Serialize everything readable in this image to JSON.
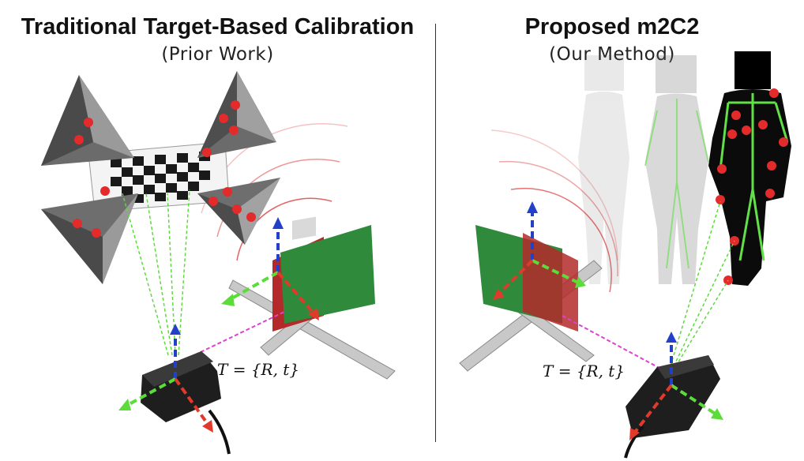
{
  "left": {
    "title": "Traditional Target-Based Calibration",
    "subtitle": "(Prior Work)",
    "formula": "T  = {R, t}"
  },
  "right": {
    "title": "Proposed m2C2",
    "subtitle": "(Our Method)",
    "formula": "T  = {R, t}"
  },
  "colors": {
    "keypoint": "#e32b2b",
    "axis_x": "#e23a2a",
    "axis_y": "#5bdc3a",
    "axis_z": "#2240c8",
    "link": "#e040d0",
    "arc": "#e05050",
    "skeleton": "#62e048"
  }
}
